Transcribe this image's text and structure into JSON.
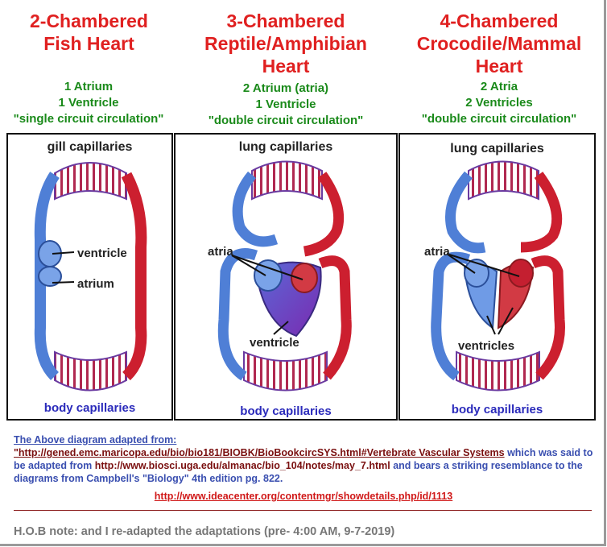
{
  "columns": [
    {
      "title": [
        "2-Chambered",
        "Fish Heart"
      ],
      "lines": [
        "1 Atrium",
        "1 Ventricle",
        "\"single circuit circulation\""
      ],
      "top_label": "gill capillaries",
      "bottom_label": "body capillaries",
      "callouts": [
        "ventricle",
        "atrium"
      ]
    },
    {
      "title": [
        "3-Chambered",
        "Reptile/Amphibian",
        "Heart"
      ],
      "lines": [
        "2 Atrium (atria)",
        "1 Ventricle",
        "\"double circuit circulation\""
      ],
      "top_label": "lung capillaries",
      "bottom_label": "body capillaries",
      "callouts": [
        "atria",
        "ventricle"
      ]
    },
    {
      "title": [
        "4-Chambered",
        "Crocodile/Mammal",
        "Heart"
      ],
      "lines": [
        "2 Atria",
        "2 Ventricles",
        "\"double circuit circulation\""
      ],
      "top_label": "lung capillaries",
      "bottom_label": "body capillaries",
      "callouts": [
        "atria",
        "ventricles"
      ]
    }
  ],
  "source": {
    "heading": "The Above diagram adapted from:",
    "url1": "\"http://gened.emc.maricopa.edu/bio/bio181/BIOBK/BioBookcircSYS.html#Vertebrate Vascular Systems",
    "text1": " which was said to be adapted from ",
    "url2": "http://www.biosci.uga.edu/almanac/bio_104/notes/may_7.html",
    "text2": " and bears a striking resemblance to the diagrams from Campbell's \"Biology\" 4th edition pg. 822.",
    "url3": "http://www.ideacenter.org/contentmgr/showdetails.php/id/1113"
  },
  "hob_note": "H.O.B note: and I re-adapted the adaptations (pre- 4:00 AM, 9-7-2019)",
  "colors": {
    "title": "#e02020",
    "subtitle": "#1a8a1a",
    "oxygenated": "#cc1f2f",
    "deoxygenated": "#4f7fd6",
    "body_label": "#2b2bbb"
  }
}
